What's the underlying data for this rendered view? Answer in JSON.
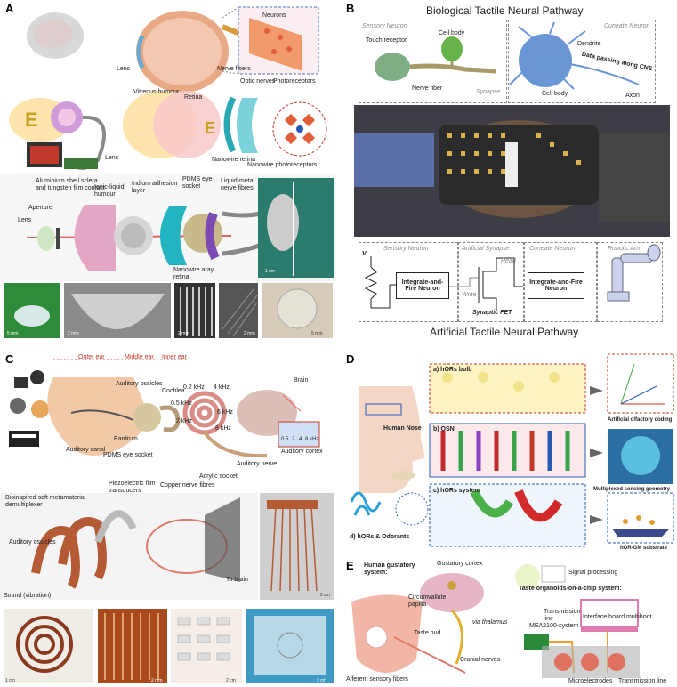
{
  "panels": {
    "a": {
      "letter": "A",
      "labels": [
        "Neurons",
        "Lens",
        "Vitreous humour",
        "Retina",
        "Nerve fibers",
        "Optic nerves",
        "Photoreceptors",
        "Lens",
        "Nanowire retina",
        "Nanowire photoreceptors",
        "Aluminium shell sclera and tungsten film contact",
        "Ionic-liquid humour",
        "Indium adhesion layer",
        "PDMS eye socket",
        "Liquid-metal nerve fibres",
        "Aperture",
        "Lens",
        "Nanowire aray retina"
      ],
      "scales": [
        "1 cm",
        "5 mm",
        "2 mm",
        "2 mm",
        "2 mm",
        "5 mm"
      ]
    },
    "b": {
      "letter": "B",
      "title_top": "Biological Tactile Neural Pathway",
      "title_bottom": "Artificial Tactile Neural Pathway",
      "bio_labels": [
        "Sensory Neuron",
        "Cuneate Neuron",
        "Touch receptor",
        "Cell body",
        "Dendrite",
        "Data passing along CNS",
        "Nerve fiber",
        "Synapse",
        "Cell body",
        "Axon"
      ],
      "art_groups": [
        "Sensory Neuron",
        "Artificial Synapse",
        "Cuneate Neuron",
        "Robotic Arm"
      ],
      "art_boxes": [
        "Integrate-and-Fire Neuron",
        "Integrate-and-Fire Neuron"
      ],
      "art_labels": [
        "V",
        "Read",
        "Write",
        "Synaptic FET"
      ]
    },
    "c": {
      "letter": "C",
      "ear_sections": [
        "Outer ear",
        "Middle ear",
        "Inner ear"
      ],
      "labels": [
        "Auditory ossicles",
        "Cochlea",
        "Brain",
        "0.2 kHz",
        "4 kHz",
        "0.5 kHz",
        "2 kHz",
        "8 kHz",
        "6 kHz",
        "Eardrum",
        "Auditory canal",
        "Auditory nerve",
        "Auditory cortex",
        "PDMS eye socket",
        "Piezoelectric film transducers",
        "Copper nerve fibres",
        "Acrylic socket",
        "Bioinspired soft metamaterial demultiplexer",
        "Auditory ossicles",
        "Sound (vibration)",
        "To brain"
      ],
      "cortex_ticks": [
        "0.5",
        "2",
        "4",
        "8 kHz"
      ],
      "scales": [
        "2 cm",
        "1 cm",
        "2 mm",
        "2 cm",
        "2 cm"
      ]
    },
    "d": {
      "letter": "D",
      "labels": [
        "a) hORs bulb",
        "b) OSN",
        "c) hORs system",
        "Human Nose",
        "d) hORs & Odorants",
        "Artificial olfactory coding",
        "Multiplexed sensing geometry",
        "hOR-GM substrate"
      ]
    },
    "e": {
      "letter": "E",
      "labels": [
        "Human gustatory system:",
        "Gustatory cortex",
        "Circumvallate papilla",
        "via thalamus",
        "Taste bud",
        "Cranial nerves",
        "Afferent sensory fibers",
        "Signal processing",
        "Taste organoids-on-a-chip system:",
        "Transmission line",
        "Interface board multiboot",
        "MEA2100-system",
        "Microelectrodes",
        "Transmission line"
      ]
    }
  },
  "colors": {
    "accent_red": "#c0392b",
    "nerve_purple": "#7b4bb3",
    "copper": "#c1663a"
  }
}
